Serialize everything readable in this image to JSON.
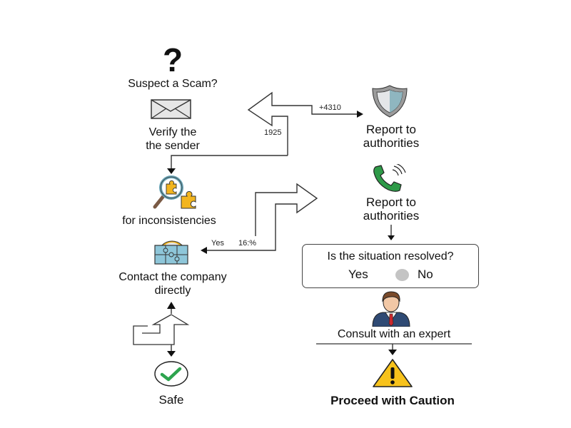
{
  "title": "Suspect a Scam?",
  "steps": {
    "verify": "Verify the\nthe sender",
    "inconsistencies": "for inconsistencies",
    "contact": "Contact the company\ndirectly",
    "safe": "Safe",
    "report_1": "Report to\nauthorities",
    "report_2": "Report to\nauthorities",
    "consult": "Consult with an expert",
    "caution": "Proceed with Caution"
  },
  "question": {
    "text": "Is the situation resolved?",
    "yes": "Yes",
    "no": "No"
  },
  "connector_labels": {
    "plus_4310": "+4310",
    "n_1925": "1925",
    "yes": "Yes",
    "percent": "16:%"
  },
  "icons": {
    "question": "question-mark-icon",
    "envelope": "envelope-icon",
    "magnifier": "magnifier-puzzle-icon",
    "puzzle": "puzzle-icon",
    "check": "check-circle-icon",
    "shield": "shield-icon",
    "phone": "phone-icon",
    "expert": "businessman-icon",
    "warning": "warning-icon"
  },
  "colors": {
    "shield_fill": "#8fb6c0",
    "phone_green": "#2e9a48",
    "puzzle_yellow": "#f2b51f",
    "puzzle_blue": "#8ec6d9",
    "check_green": "#2da44e",
    "warning_yellow": "#f7c21b",
    "suit_blue": "#2f4a74",
    "tie_red": "#c9262c"
  }
}
